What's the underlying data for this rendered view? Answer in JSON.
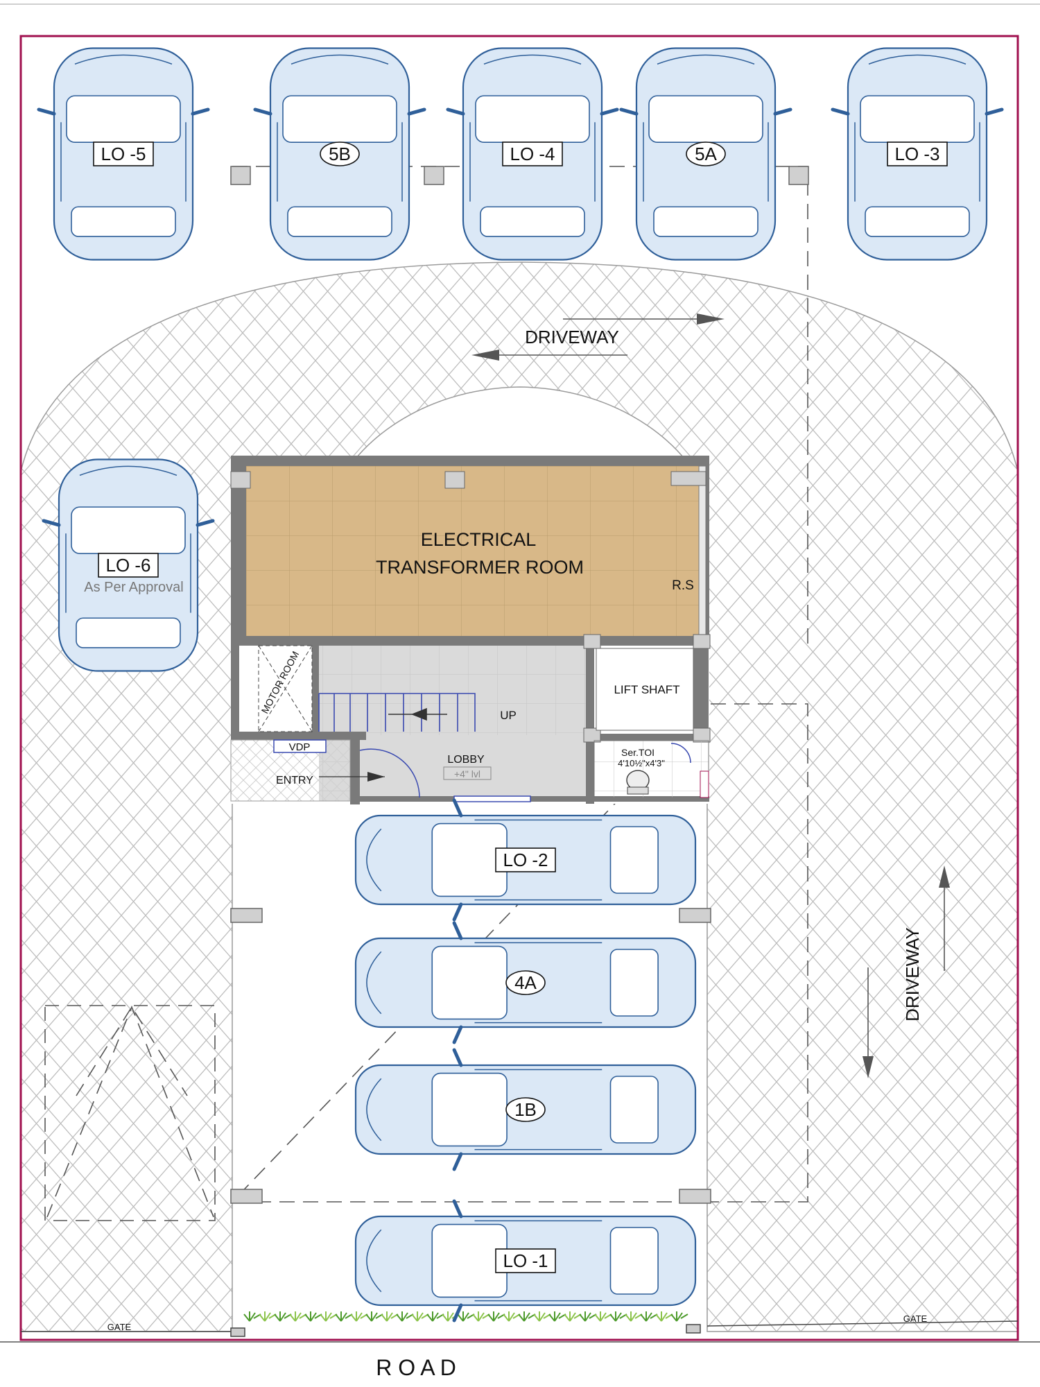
{
  "plan": {
    "colors": {
      "boundary": "#a0104f",
      "car_fill": "#dbe8f6",
      "car_stroke": "#2f5f99",
      "room_fill": "#d8b888",
      "lobby_fill": "#d9d9d9",
      "wall": "#7a7a7a",
      "paving_line": "#b8b8b8",
      "greenery": "#4c9a2a"
    },
    "parking_lots": [
      {
        "label": "LO -5",
        "style": "box",
        "orientation": "vertical"
      },
      {
        "label": "5B",
        "style": "oval",
        "orientation": "vertical"
      },
      {
        "label": "LO -4",
        "style": "box",
        "orientation": "vertical"
      },
      {
        "label": "5A",
        "style": "oval",
        "orientation": "vertical"
      },
      {
        "label": "LO -3",
        "style": "box",
        "orientation": "vertical"
      },
      {
        "label": "LO -6",
        "style": "box",
        "orientation": "vertical",
        "note": "As Per Approval"
      },
      {
        "label": "LO -2",
        "style": "box",
        "orientation": "horizontal"
      },
      {
        "label": "4A",
        "style": "oval",
        "orientation": "horizontal"
      },
      {
        "label": "1B",
        "style": "oval",
        "orientation": "horizontal"
      },
      {
        "label": "LO -1",
        "style": "box",
        "orientation": "horizontal"
      }
    ],
    "transformer_room": {
      "line1": "ELECTRICAL",
      "line2": "TRANSFORMER ROOM",
      "rs_label": "R.S"
    },
    "driveway_top": "DRIVEWAY",
    "driveway_right": "DRIVEWAY",
    "motor_room": "MOTOR ROOM",
    "stair_label": "UP",
    "lift_shaft": "LIFT SHAFT",
    "lobby": {
      "label": "LOBBY",
      "level": "+4\" lvl"
    },
    "toilet": {
      "label": "Ser.TOI",
      "size": "4'10½\"x4'3\""
    },
    "vdp": "VDP",
    "entry": "ENTRY",
    "gate_left": "GATE",
    "gate_right": "GATE",
    "road": "R O A D"
  }
}
